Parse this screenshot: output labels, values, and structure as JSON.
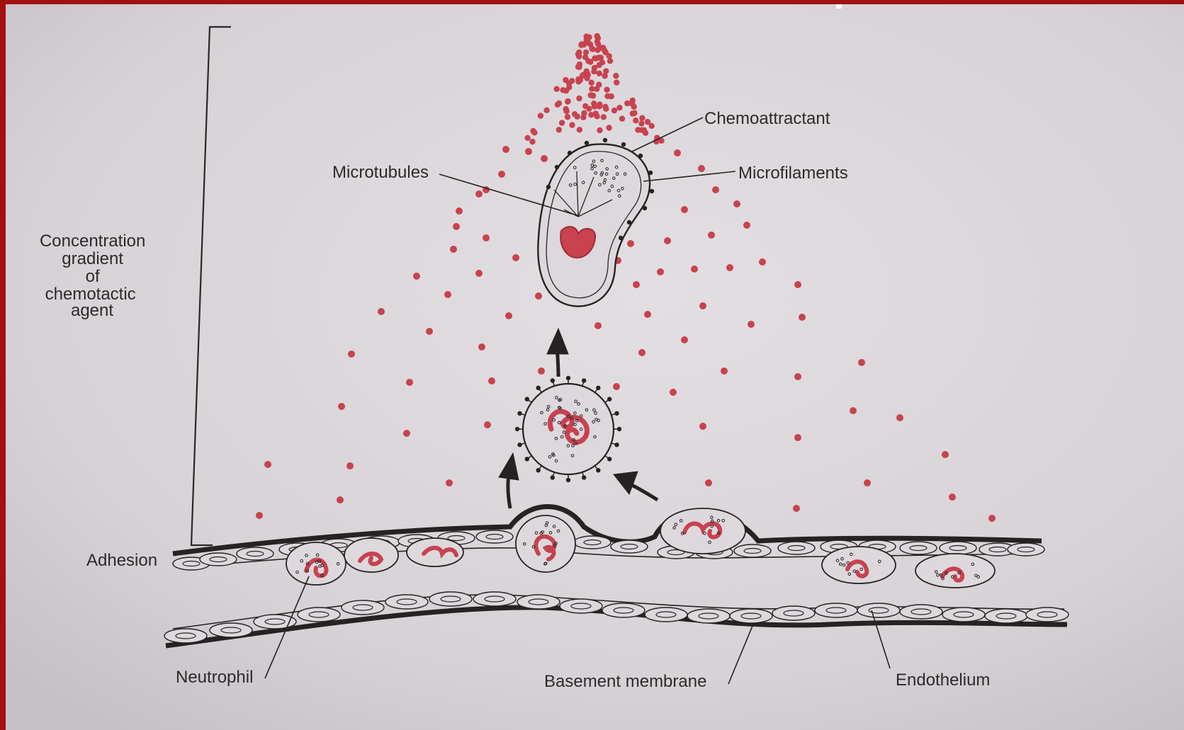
{
  "labels": {
    "gradient_lines": [
      "Concentration",
      "gradient",
      "of",
      "chemotactic",
      "agent"
    ],
    "chemoattractant": "Chemoattractant",
    "microtubules": "Microtubules",
    "microfilaments": "Microfilaments",
    "adhesion": "Adhesion",
    "neutrophil": "Neutrophil",
    "basement_membrane": "Basement membrane",
    "endothelium": "Endothelium"
  },
  "colors": {
    "frame": "#a40f10",
    "paper": "#d9d6d9",
    "ink": "#2b2628",
    "particle": "#c8424f"
  }
}
